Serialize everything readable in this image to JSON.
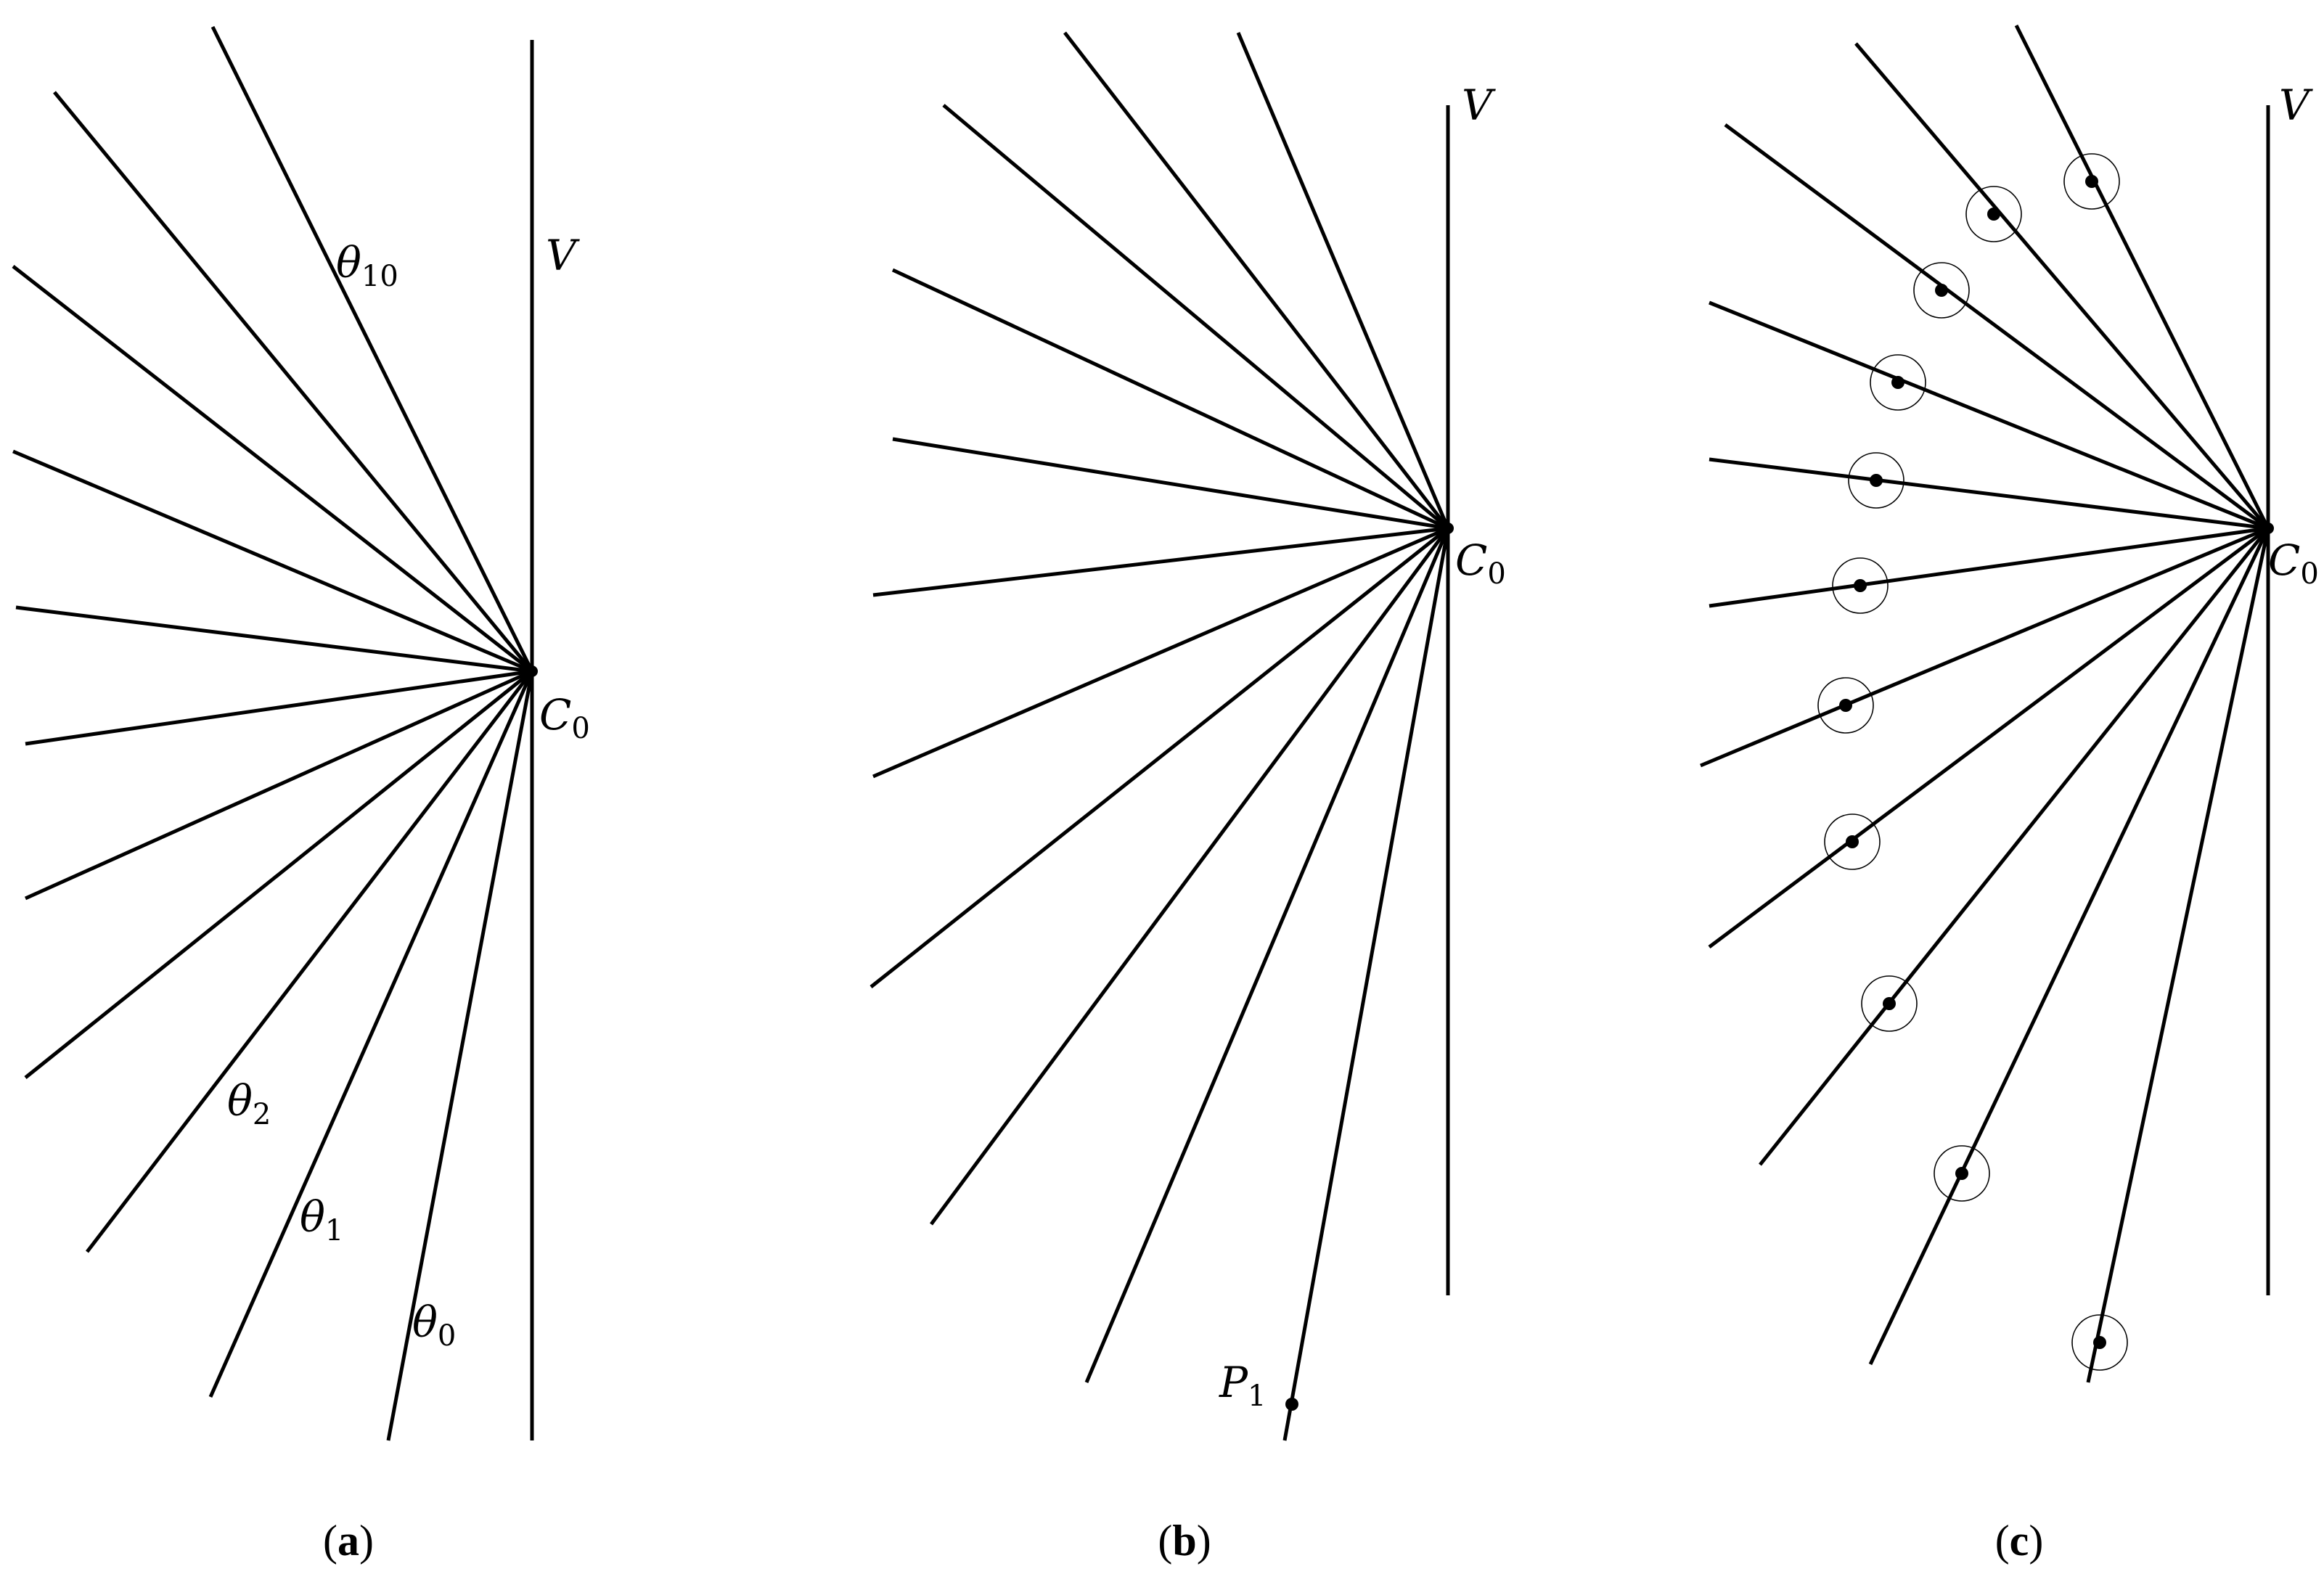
{
  "panels": [
    {
      "id": "a",
      "caption_letter": "a",
      "vertical_label": "V",
      "center_label": "C",
      "center_sub": "0",
      "angle_labels": [
        {
          "sym": "θ",
          "sub": "10"
        },
        {
          "sym": "θ",
          "sub": "2"
        },
        {
          "sym": "θ",
          "sub": "1"
        },
        {
          "sym": "θ",
          "sub": "0"
        }
      ]
    },
    {
      "id": "b",
      "caption_letter": "b",
      "vertical_label": "V",
      "center_label": "C",
      "center_sub": "0",
      "point_label": "P",
      "point_sub": "1"
    },
    {
      "id": "c",
      "caption_letter": "c",
      "vertical_label": "V",
      "center_label": "C",
      "center_sub": "0"
    }
  ]
}
